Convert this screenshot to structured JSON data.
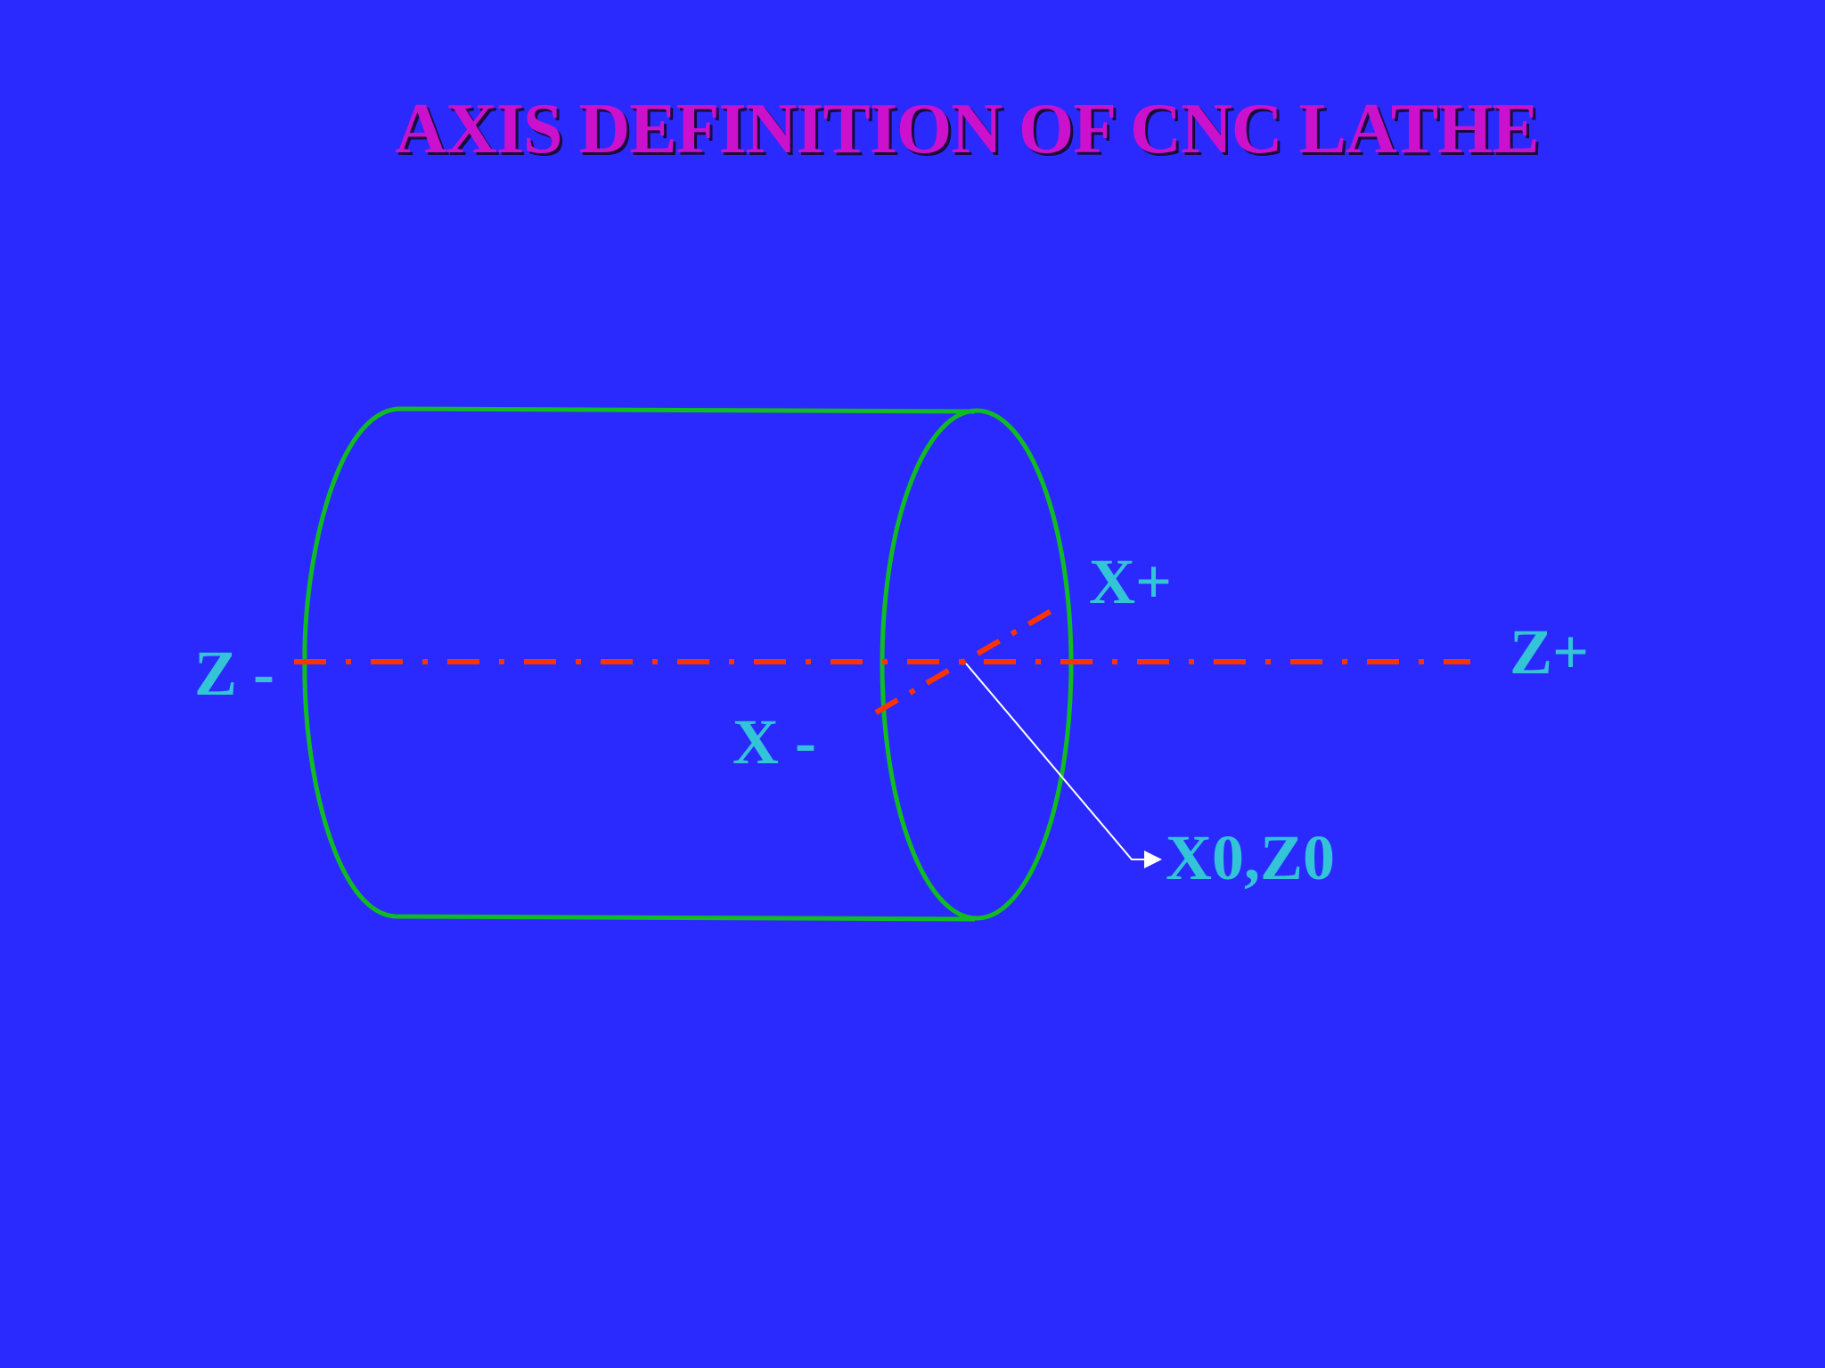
{
  "title": "AXIS DEFINITION OF CNC LATHE",
  "labels": {
    "z_minus": "Z -",
    "z_plus": "Z+",
    "x_plus": "X+",
    "x_minus": "X -",
    "origin": "X0,Z0"
  },
  "colors": {
    "background": "#2a2aff",
    "title": "#cc11cc",
    "cylinder": "#11bb22",
    "axis": "#ff3300",
    "label": "#33c4d8",
    "leader": "#ffffff"
  }
}
